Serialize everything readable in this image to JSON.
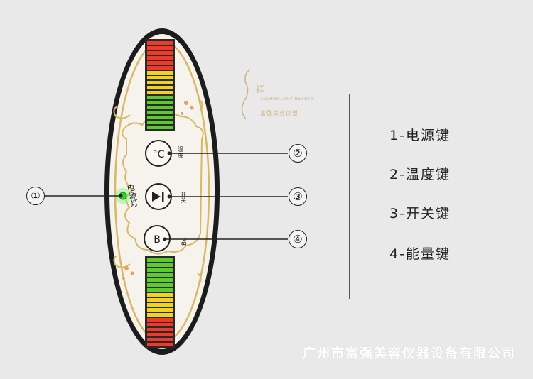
{
  "device": {
    "power_light_label": "电源灯",
    "temp_button_symbol": "°C",
    "temp_side_label": "温度",
    "play_side_label": "开关",
    "energy_button_symbol": "B",
    "energy_side_label": "Bo",
    "top_meter_level": 1.0,
    "bottom_meter_level": 1.0,
    "led_color_power": "#2bd42b"
  },
  "callouts": [
    {
      "number": "①"
    },
    {
      "number": "②"
    },
    {
      "number": "③"
    },
    {
      "number": "④"
    }
  ],
  "legend": [
    {
      "text": "1-电源键"
    },
    {
      "text": "2-温度键"
    },
    {
      "text": "3-开关键"
    },
    {
      "text": "4-能量键"
    }
  ],
  "logo": {
    "en": "TECHNOLOGY BEAUTY",
    "zh": "富强美容仪器"
  },
  "footer": "广州市富强美容仪器设备有限公司",
  "colors": {
    "background": "#e9e9e9",
    "panel_border": "#222222",
    "panel_fill": "#f6f3ec",
    "gold": "#d8b866",
    "led_red": "#ef3a2a",
    "led_yellow": "#f1d21e",
    "led_green": "#5cc92c"
  },
  "icons": [
    "power-led-icon",
    "celsius-icon",
    "play-pause-icon",
    "energy-b-icon",
    "flower-icon",
    "logo-figure-icon"
  ]
}
